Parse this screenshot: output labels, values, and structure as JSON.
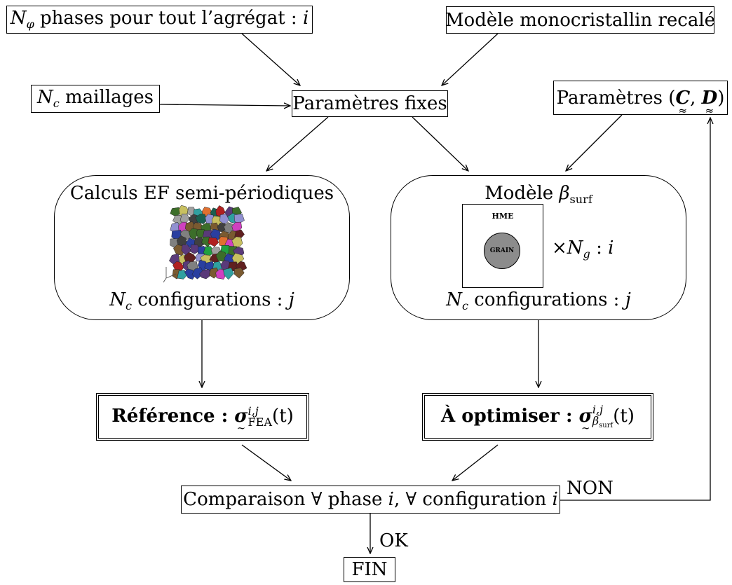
{
  "nodes": {
    "nphi": {
      "var": "N",
      "sub": "φ",
      "text": " phases pour tout l’agrégat : ",
      "idx": "i"
    },
    "mono": {
      "text": "Modèle monocristallin recalé"
    },
    "nc": {
      "var": "N",
      "sub": "c",
      "text": " maillages"
    },
    "fixes": {
      "text": "Paramètres fixes"
    },
    "params": {
      "text": "Paramètres (",
      "c": "C",
      "sep": ", ",
      "d": "D",
      "close": ")"
    },
    "calculs": {
      "title": "Calculs EF semi-périodiques",
      "var": "N",
      "sub": "c",
      "foot": " configurations : ",
      "idx": "j"
    },
    "modele": {
      "title": "Modèle ",
      "beta": "β",
      "beta_sub": "surf",
      "var": "N",
      "sub": "c",
      "foot": " configurations : ",
      "idx": "j"
    },
    "hme": {
      "outer": "HME",
      "inner": "GRAIN",
      "mult": "×",
      "var": "N",
      "sub": "g",
      "text": " : ",
      "idx": "i"
    },
    "ref": {
      "label": "Référence : ",
      "sigma": "σ",
      "sup": "i,j",
      "sub": "FEA",
      "arg": "(t)"
    },
    "opt": {
      "label": "À optimiser : ",
      "sigma": "σ",
      "sup": "i,j",
      "sub": "β",
      "subsub": "surf",
      "arg": "(t)"
    },
    "comp": {
      "text": "Comparaison ∀ phase ",
      "i1": "i",
      "mid": ", ∀ configuration ",
      "i2": "i"
    },
    "fin": {
      "text": "FIN"
    }
  },
  "edge_labels": {
    "non": "NON",
    "ok": "OK"
  },
  "mesh_colors": [
    "#5a3a7a",
    "#3c6e2a",
    "#b02020",
    "#2a3fa0",
    "#7a5a30",
    "#d040c0",
    "#30a0a0",
    "#808080",
    "#c8c060",
    "#602020",
    "#20a040",
    "#9090d0",
    "#e07030",
    "#404040",
    "#a0a0a0",
    "#1a6050"
  ]
}
